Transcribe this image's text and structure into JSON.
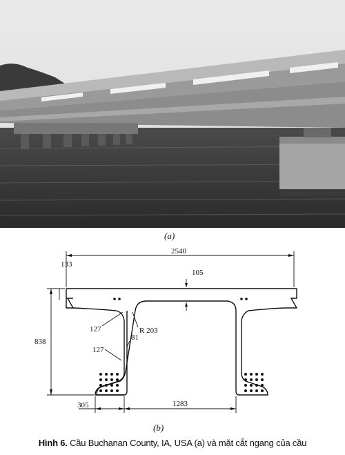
{
  "photo": {
    "caption_label": "(a)"
  },
  "section": {
    "caption_label": "(b)",
    "dims": {
      "overall_width": "2540",
      "flange_edge": "133",
      "deck_thickness": "105",
      "total_height": "838",
      "fillet_radius": "R 203",
      "web_top": "127",
      "web_bottom": "127",
      "web_thickness": "81",
      "bulb_width": "305",
      "web_spacing": "1283"
    }
  },
  "caption": {
    "prefix": "Hình 6.",
    "text": " Cầu Buchanan County, IA, USA (a) và mặt cắt ngang của cầu"
  }
}
